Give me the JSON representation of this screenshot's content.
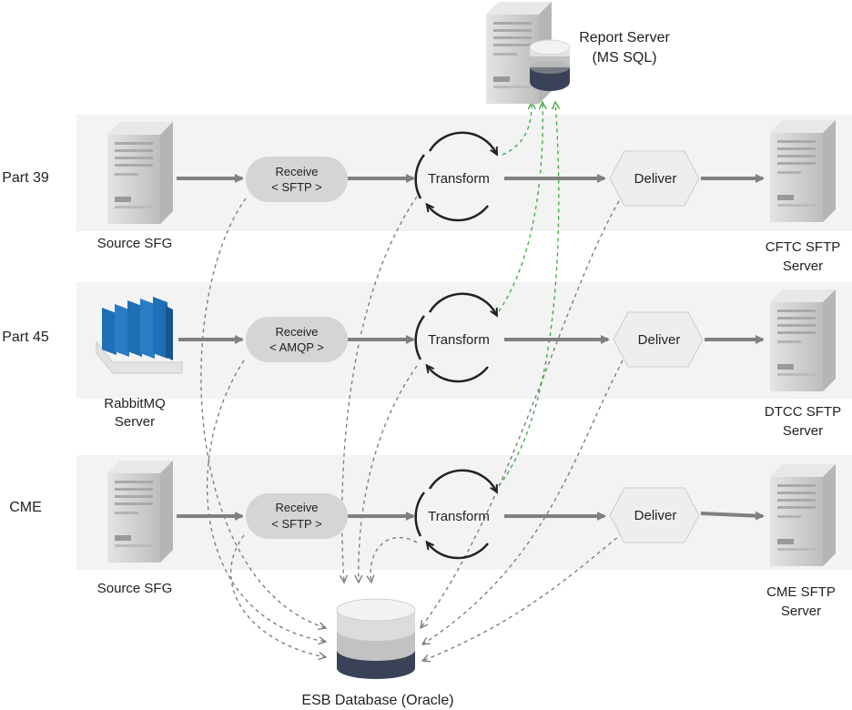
{
  "report_server": {
    "line1": "Report Server",
    "line2": "(MS SQL)"
  },
  "esb_database": "ESB Database (Oracle)",
  "rows": [
    {
      "label": "Part 39",
      "source": {
        "line1": "Source SFG",
        "line2": "",
        "icon": "server-icon"
      },
      "receive": {
        "line1": "Receive",
        "line2": "< SFTP >"
      },
      "transform": "Transform",
      "deliver": "Deliver",
      "target": {
        "line1": "CFTC SFTP",
        "line2": "Server"
      }
    },
    {
      "label": "Part 45",
      "source": {
        "line1": "RabbitMQ",
        "line2": "Server",
        "icon": "queue-icon"
      },
      "receive": {
        "line1": "Receive",
        "line2": "< AMQP >"
      },
      "transform": "Transform",
      "deliver": "Deliver",
      "target": {
        "line1": "DTCC SFTP",
        "line2": "Server"
      }
    },
    {
      "label": "CME",
      "source": {
        "line1": "Source SFG",
        "line2": "",
        "icon": "server-icon"
      },
      "receive": {
        "line1": "Receive",
        "line2": "< SFTP >"
      },
      "transform": "Transform",
      "deliver": "Deliver",
      "target": {
        "line1": "CME SFTP",
        "line2": "Server"
      }
    }
  ],
  "colors": {
    "band": "#f3f3f3",
    "flow_arrow": "#808080",
    "db_link": "#777777",
    "report_link": "#3aa63a",
    "queue_blue": "#1f6fb5"
  }
}
